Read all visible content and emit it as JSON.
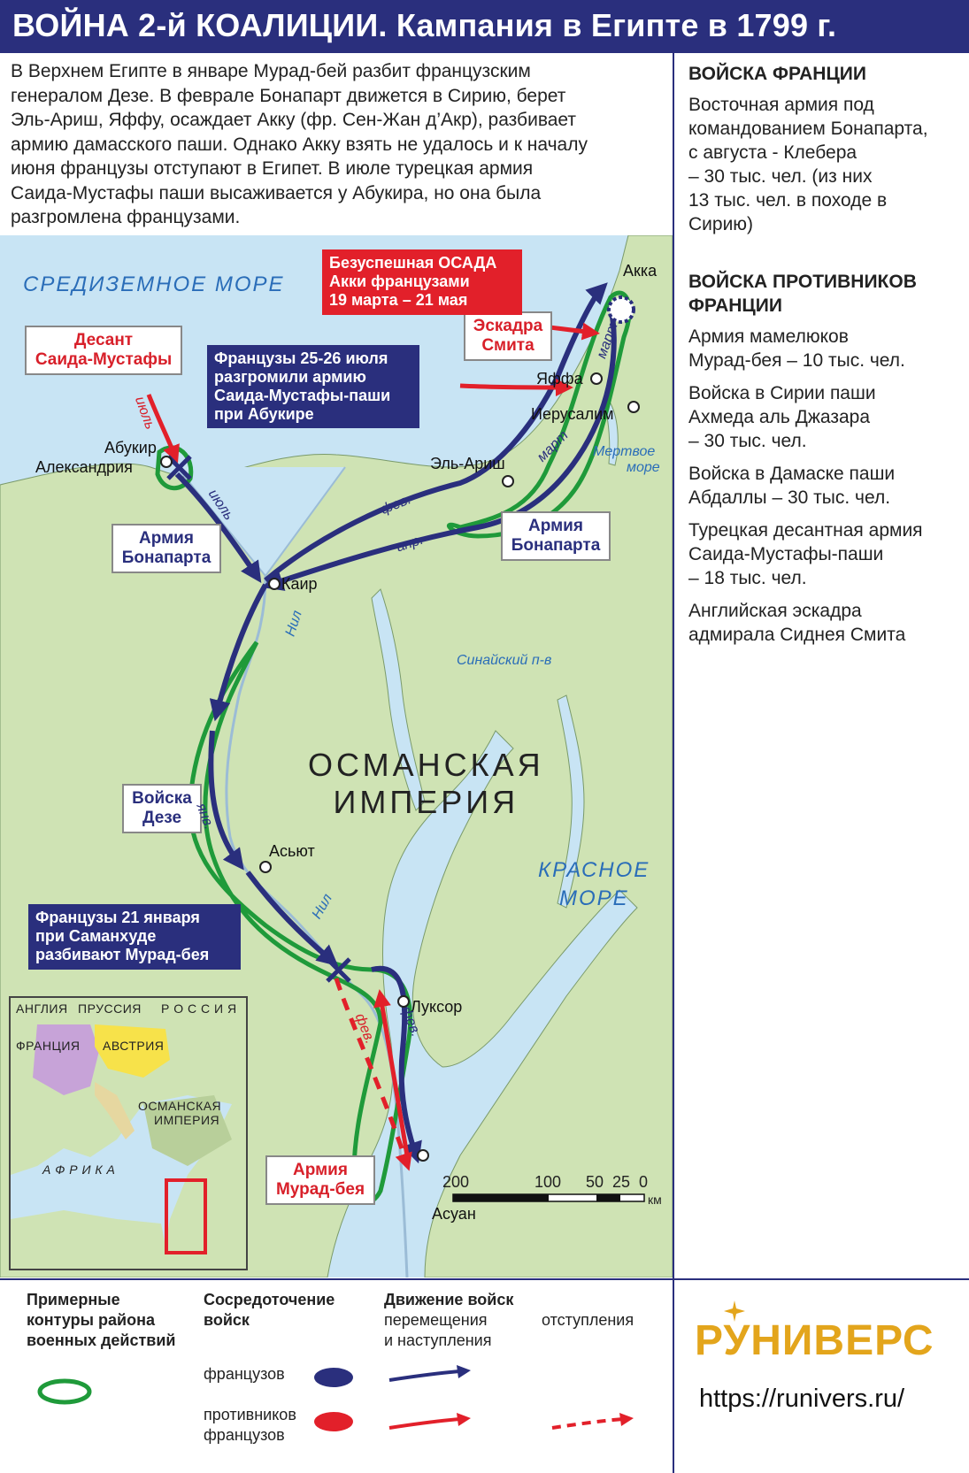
{
  "header": {
    "title": "ВОЙНА 2-й КОАЛИЦИИ. Кампания в Египте в 1799 г."
  },
  "intro": {
    "lines": [
      "В Верхнем Египте в январе Мурад-бей разбит французским",
      "генералом Дезе. В феврале Бонапарт движется в Сирию, берет",
      "Эль-Ариш, Яффу, осаждает Акку (фр. Сен-Жан д’Акр), разбивает",
      "армию дамасского паши. Однако Акку взять не удалось  и к началу",
      "июня французы отступают в Египет. В июле турецкая армия",
      "Саида-Мустафы паши высаживается у Абукира, но она была",
      "разгромлена французами."
    ]
  },
  "sidebar": {
    "france_heading": "ВОЙСКА ФРАНЦИИ",
    "france_lines": [
      "Восточная армия под",
      "командованием Бонапарта,",
      "с августа - Клебера",
      "– 30 тыс. чел. (из них",
      "13 тыс. чел. в походе в",
      "Сирию)"
    ],
    "enemies_heading_lines": [
      "ВОЙСКА ПРОТИВНИКОВ",
      "ФРАНЦИИ"
    ],
    "enemies": [
      [
        "Армия мамелюков",
        "Мурад-бея – 10 тыс. чел."
      ],
      [
        "Войска в Сирии паши",
        "Ахмеда аль Джазара",
        "– 30 тыс. чел."
      ],
      [
        "Войска в Дамаске паши",
        "Абдаллы – 30 тыс. чел."
      ],
      [
        "Турецкая десантная армия",
        "Саида-Мустафы-паши",
        "– 18 тыс. чел."
      ],
      [
        "Английская эскадра",
        "адмирала Сиднея Смита"
      ]
    ]
  },
  "map": {
    "seas": {
      "mediterranean": "СРЕДИЗЕМНОЕ МОРЕ",
      "red_sea_1": "КРАСНОЕ",
      "red_sea_2": "МОРЕ",
      "dead_sea_1": "Мертвое",
      "dead_sea_2": "море",
      "sinai": "Синайский п-в",
      "nile_1": "Нил",
      "nile_2": "Нил"
    },
    "empire": [
      "ОСМАНСКАЯ",
      "ИМПЕРИЯ"
    ],
    "cities": {
      "akka": "Акка",
      "yaffa": "Яффа",
      "jerusalem": "Иерусалим",
      "el_arish": "Эль-Ариш",
      "abukir": "Абукир",
      "alexandria": "Александрия",
      "cairo": "Каир",
      "asyut": "Асьют",
      "luxor": "Луксор",
      "aswan": "Асуан"
    },
    "boxes": {
      "landing": [
        "Десант",
        "Саида-Мустафы"
      ],
      "smith": [
        "Эскадра",
        "Смита"
      ],
      "bonaparte_1": [
        "Армия",
        "Бонапарта"
      ],
      "bonaparte_2": [
        "Армия",
        "Бонапарта"
      ],
      "deze": [
        "Войска",
        "Дезе"
      ],
      "murad": [
        "Армия",
        "Мурад-бея"
      ]
    },
    "callouts": {
      "siege": [
        "Безуспешная ОСАДА",
        "Акки французами",
        "19 марта – 21 мая"
      ],
      "abukir": [
        "Французы 25-26 июля",
        "разгромили армию",
        "Саида-Мустафы-паши",
        "при Абукире"
      ],
      "samanhud": [
        "Французы 21 января",
        "при Саманхуде",
        "разбивают Мурад-бея"
      ]
    },
    "move_labels": {
      "march_1": "март",
      "march_2": "март",
      "feb_1": "фев.",
      "apr": "апр.",
      "july_1": "июль",
      "july_2": "июль",
      "jan": "янв.",
      "feb_2": "фев.",
      "feb_3": "фев."
    },
    "inset": {
      "england": "АНГЛИЯ",
      "prussia": "ПРУССИЯ",
      "russia": "Р О С С И Я",
      "france": "ФРАНЦИЯ",
      "austria": "АВСТРИЯ",
      "ottoman_1": "ОСМАНСКАЯ",
      "ottoman_2": "ИМПЕРИЯ",
      "africa": "А Ф Р И К А"
    },
    "scale": {
      "t200": "200",
      "t100": "100",
      "t50": "50",
      "t25": "25",
      "t0": "0",
      "unit": "км"
    }
  },
  "legend": {
    "outline_heading": [
      "Примерные",
      "контуры района",
      "военных действий"
    ],
    "concentration_heading": [
      "Сосредоточение",
      "войск"
    ],
    "french": "французов",
    "enemies": [
      "противников",
      "французов"
    ],
    "movement_heading": "Движение войск",
    "advance": [
      "перемещения",
      "и наступления"
    ],
    "retreat": "отступления"
  },
  "branding": {
    "logo": "РУНИВЕРС",
    "url": "https://runivers.ru/"
  },
  "colors": {
    "navy": "#2a2f7d",
    "red": "#e2202a",
    "green": "#1f9a3a",
    "land": "#cfe3b4",
    "sea": "#c8e4f4",
    "logo": "#e3a51c"
  }
}
